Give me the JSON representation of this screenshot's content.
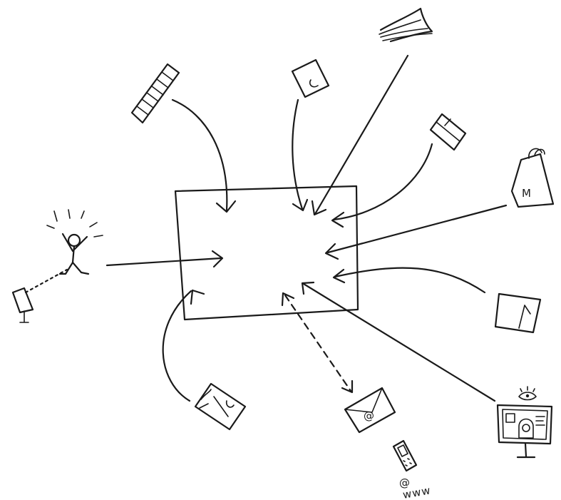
{
  "diagram": {
    "center_box": "central-hub",
    "icons": [
      {
        "name": "film-strip-icon"
      },
      {
        "name": "document-icon"
      },
      {
        "name": "open-book-icon"
      },
      {
        "name": "two-panel-card-icon"
      },
      {
        "name": "shopping-bag-icon",
        "text": "M"
      },
      {
        "name": "folded-card-icon"
      },
      {
        "name": "billboard-screen-icon"
      },
      {
        "name": "email-envelope-icon",
        "text": "@"
      },
      {
        "name": "mobile-phone-icon",
        "caption_at": "@",
        "caption_www": "www"
      },
      {
        "name": "brochure-icon"
      },
      {
        "name": "cheering-person-icon"
      },
      {
        "name": "small-signboard-icon"
      }
    ]
  }
}
